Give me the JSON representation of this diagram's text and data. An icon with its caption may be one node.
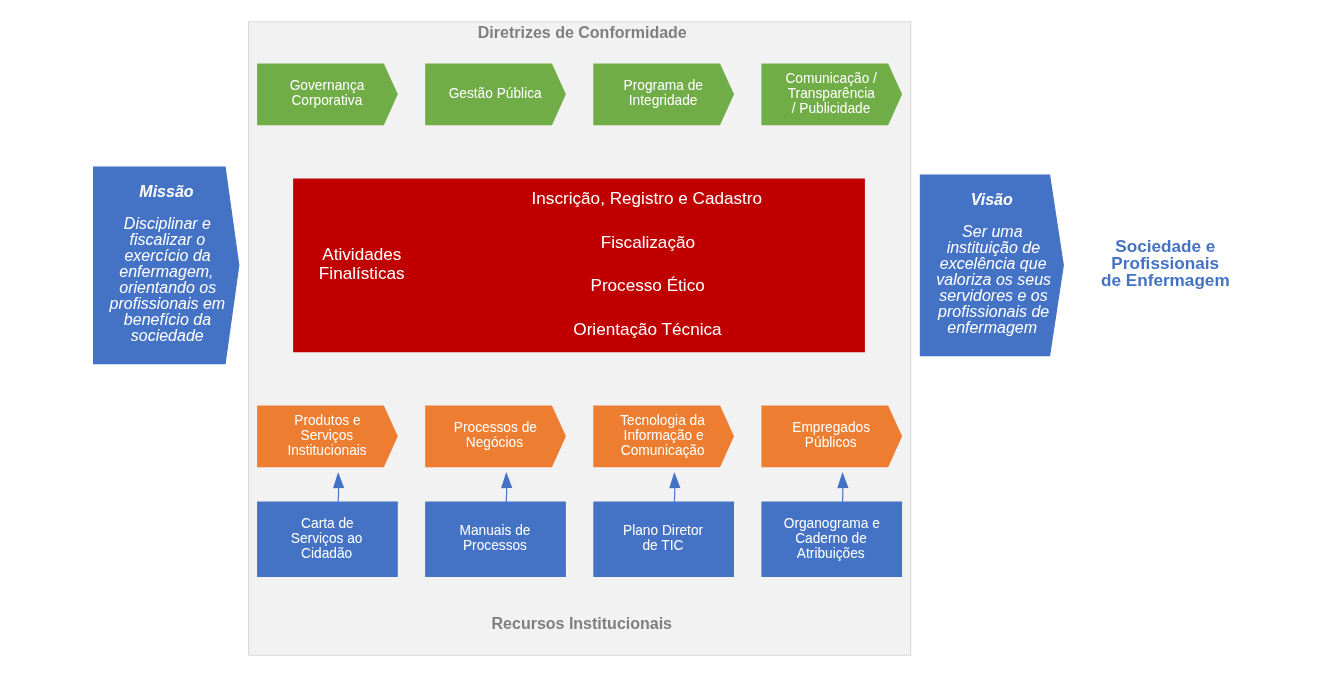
{
  "diagram": {
    "nodes": [
      {
        "text": [
          "Missão",
          "Disciplinar e fiscalizar o exercício da enfermagem, orientando os profissionais em benefício da sociedade"
        ]
      },
      {
        "text": [
          "Diretrizes de Conformidade",
          "Recursos Institucionais"
        ]
      },
      {
        "text": [
          "Governança Corporativa"
        ],
        "in": 1
      },
      {
        "text": [
          "Gestão Pública"
        ],
        "in": 1
      },
      {
        "text": [
          "Programa de Integridade"
        ],
        "in": 1
      },
      {
        "text": [
          "Comunicação / Transparência / Publicidade"
        ],
        "in": 1
      },
      {
        "text": [
          "Atividades Finalísticas",
          "Inscrição, Registro e Cadastro",
          "Fiscalização",
          "Processo Ético",
          "Orientação Técnica"
        ],
        "in": 1
      },
      {
        "text": [
          "Produtos e Serviços Institucionais"
        ],
        "in": 1
      },
      {
        "text": [
          "Processos de Negócios"
        ],
        "in": 1
      },
      {
        "text": [
          "Tecnologia da Informação e Comunicação"
        ],
        "in": 1
      },
      {
        "text": [
          "Empregados Públicos"
        ],
        "in": 1
      },
      {
        "text": [
          "Carta de Serviços ao Cidadão"
        ],
        "in": 1
      },
      {
        "text": [
          "Manuais de Processos"
        ],
        "in": 1
      },
      {
        "text": [
          "Plano Diretor de TIC"
        ],
        "in": 1
      },
      {
        "text": [
          "Organograma e Caderno de Atribuições"
        ],
        "in": 1
      },
      {
        "text": [
          "Visão",
          "Ser uma instituição de excelência que valoriza os seus servidores e os profissionais de enfermagem"
        ]
      },
      {
        "text": [
          "Sociedade e Profissionais de Enfermagem"
        ]
      }
    ],
    "edges": [
      {
        "from": 11,
        "to": 7,
        "arrow": "to"
      },
      {
        "from": 12,
        "to": 8,
        "arrow": "to"
      },
      {
        "from": 13,
        "to": 9,
        "arrow": "to"
      },
      {
        "from": 14,
        "to": 10,
        "arrow": "to"
      }
    ]
  }
}
